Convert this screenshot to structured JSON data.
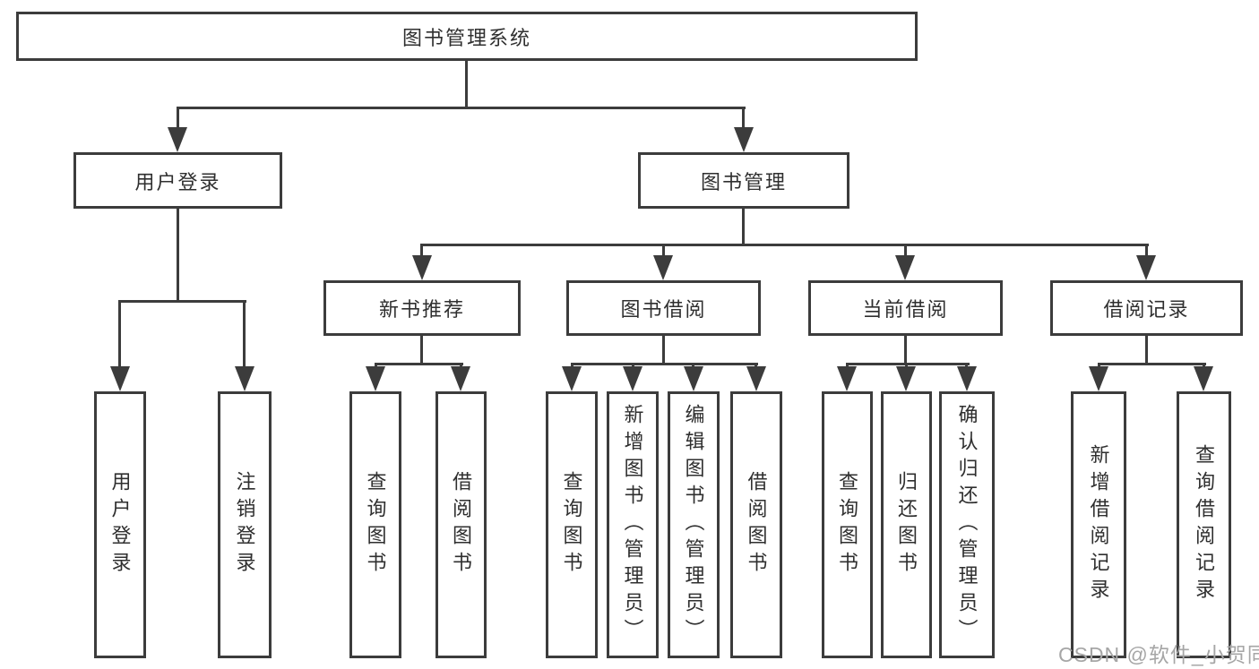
{
  "tree": {
    "root": "图书管理系统",
    "groups": [
      {
        "label": "用户登录",
        "leaves": [
          "用户登录",
          "注销登录"
        ]
      },
      {
        "label": "图书管理",
        "sections": [
          {
            "label": "新书推荐",
            "leaves": [
              "查询图书",
              "借阅图书"
            ]
          },
          {
            "label": "图书借阅",
            "leaves": [
              "查询图书",
              "新增图书（管理员）",
              "编辑图书（管理员）",
              "借阅图书"
            ]
          },
          {
            "label": "当前借阅",
            "leaves": [
              "查询图书",
              "归还图书",
              "确认归还（管理员）"
            ]
          },
          {
            "label": "借阅记录",
            "leaves": [
              "新增借阅记录",
              "查询借阅记录"
            ]
          }
        ]
      }
    ]
  },
  "watermark": "CSDN @软件_小贺同学",
  "colors": {
    "line": "#3c3c3c",
    "text": "#2f2f2f",
    "watermark": "#a6a6a6",
    "background": "#ffffff"
  }
}
